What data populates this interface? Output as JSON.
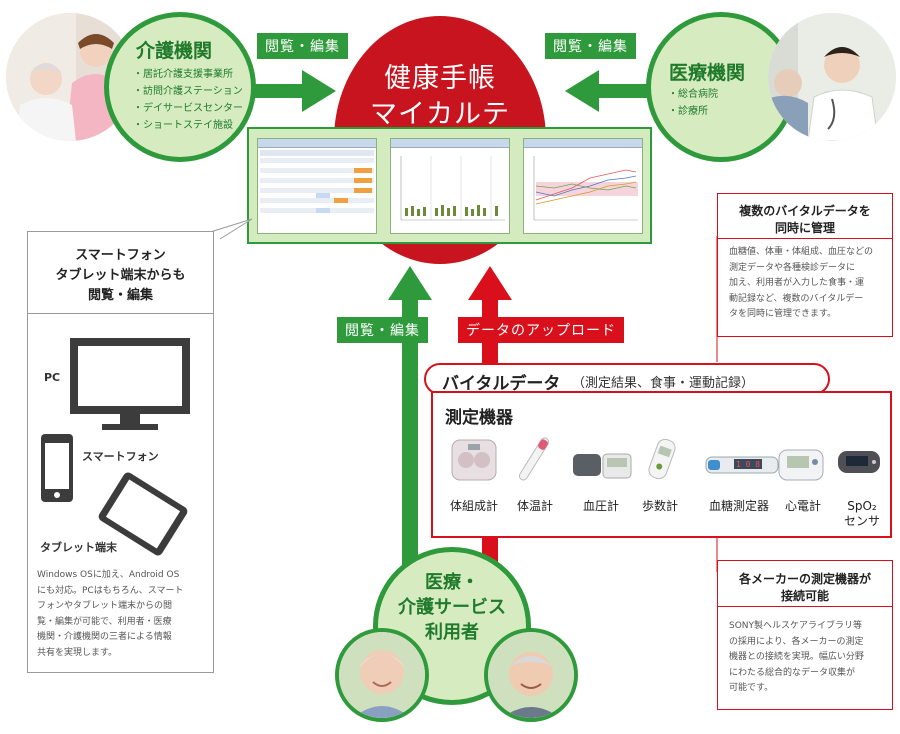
{
  "center": {
    "line1": "健康手帳",
    "line2": "マイカルテ"
  },
  "left_org": {
    "title": "介護機関",
    "items": [
      "居託介護支援事業所",
      "訪問介護ステーション",
      "デイサービスセンター",
      "ショートステイ施設"
    ]
  },
  "right_org": {
    "title": "医療機関",
    "items": [
      "総合病院",
      "診療所"
    ]
  },
  "tags": {
    "left_view_edit": "閲覧・編集",
    "right_view_edit": "閲覧・編集",
    "bottom_view_edit": "閲覧・編集",
    "upload": "データのアップロード"
  },
  "smartphone_panel": {
    "heading_lines": [
      "スマートフォン",
      "タブレット端末からも",
      "閲覧・編集"
    ],
    "pc_label": "PC",
    "phone_label": "スマートフォン",
    "tablet_label": "タブレット端末",
    "body_lines": [
      "Windows OSに加え、Android OS",
      "にも対応。PCはもちろん、スマート",
      "フォンやタブレット端末からの閲",
      "覧・編集が可能で、利用者・医療",
      "機関・介護機関の三者による情報",
      "共有を実現します。"
    ]
  },
  "vital_panel": {
    "heading_lines": [
      "複数のバイタルデータを",
      "同時に管理"
    ],
    "body_lines": [
      "血糖値、体重・体組成、血圧などの",
      "測定データや各種検診データに",
      "加え、利用者が入力した食事・運",
      "動記録など、複数のバイタルデー",
      "タを同時に管理できます。"
    ]
  },
  "maker_panel": {
    "heading_lines": [
      "各メーカーの測定機器が",
      "接続可能"
    ],
    "body_lines": [
      "SONY製ヘルスケアライブラリ等",
      "の採用により、各メーカーの測定",
      "機器との接続を実現。幅広い分野",
      "にわたる総合的なデータ収集が",
      "可能です。"
    ]
  },
  "vital_data": {
    "title": "バイタルデータ",
    "subtitle": "（測定結果、食事・運動記録）"
  },
  "devices": {
    "title": "測定機器",
    "items": [
      {
        "label": "体組成計"
      },
      {
        "label": "体温計"
      },
      {
        "label": "血圧計"
      },
      {
        "label": "歩数計"
      },
      {
        "label": "血糖測定器"
      },
      {
        "label": "心電計"
      },
      {
        "label": "SpO₂",
        "label2": "センサ"
      }
    ]
  },
  "users": {
    "line1": "医療・",
    "line2": "介護サービス",
    "line3": "利用者"
  },
  "colors": {
    "green": "#2e9a3c",
    "light_green": "#d6ecc0",
    "red": "#c8141e",
    "accent_red": "#d9101c"
  }
}
